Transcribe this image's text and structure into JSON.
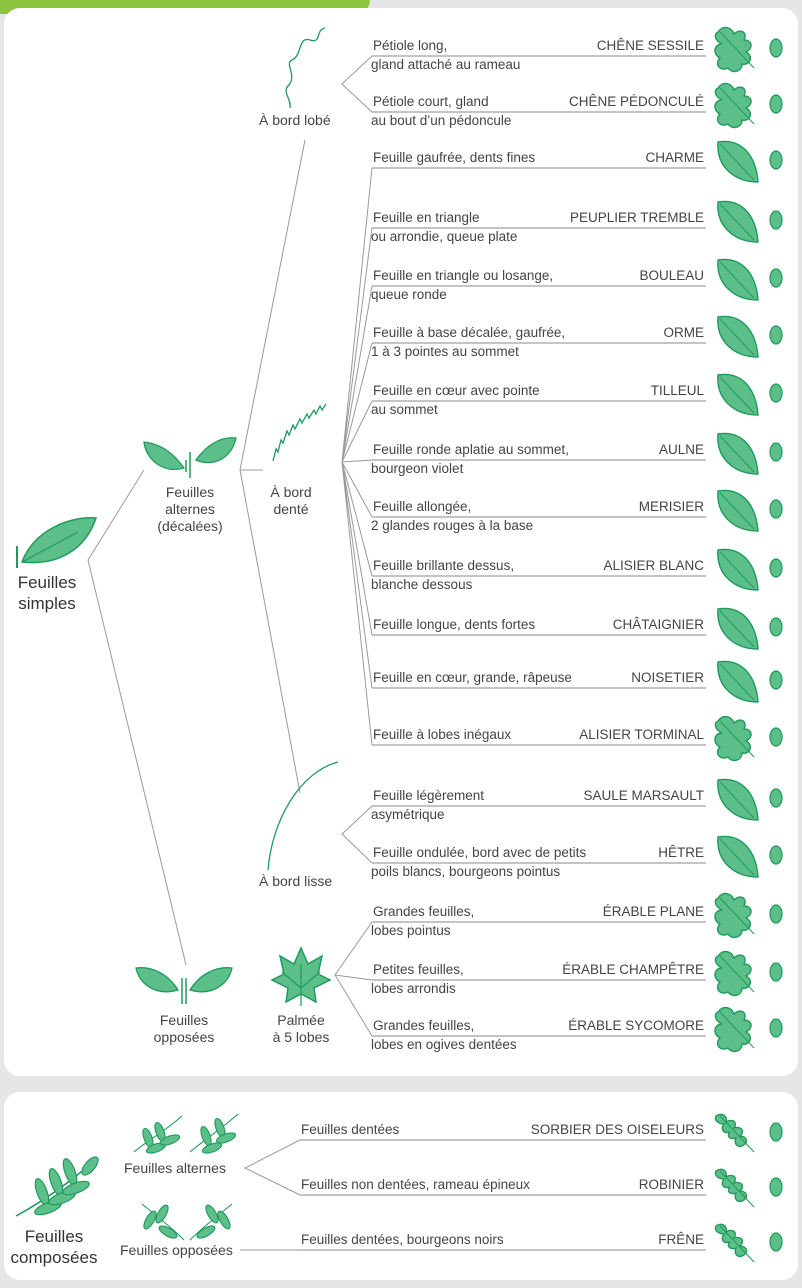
{
  "colors": {
    "accent": "#8cc63f",
    "leaf_fill": "#5cbf8a",
    "leaf_stroke": "#1f9a5c",
    "line": "#9a9a9a"
  },
  "simple": {
    "root": [
      "Feuilles",
      "simples"
    ],
    "alternes": [
      "Feuilles",
      "alternes",
      "(décalées)"
    ],
    "opposees": [
      "Feuilles",
      "opposées"
    ],
    "bord_lobe": "À bord lobé",
    "bord_dente": [
      "À bord",
      "denté"
    ],
    "bord_lisse": "À bord lisse",
    "palmee": [
      "Palmée",
      "à 5 lobes"
    ]
  },
  "composees": {
    "root": [
      "Feuilles",
      "composées"
    ],
    "alternes": "Feuilles alternes",
    "opposees": "Feuilles opposées"
  },
  "species": [
    {
      "d1": "Pétiole long,",
      "d2": "gland attaché au rameau",
      "name": "CHÊNE SESSILE"
    },
    {
      "d1": "Pétiole court, gland",
      "d2": "au bout d’un pédoncule",
      "name": "CHÊNE PÉDONCULÉ"
    },
    {
      "d1": "Feuille gaufrée, dents fines",
      "d2": "",
      "name": "CHARME"
    },
    {
      "d1": "Feuille en triangle",
      "d2": "ou arrondie, queue plate",
      "name": "PEUPLIER TREMBLE"
    },
    {
      "d1": "Feuille en triangle ou losange,",
      "d2": "queue ronde",
      "name": "BOULEAU"
    },
    {
      "d1": "Feuille à base décalée, gaufrée,",
      "d2": "1 à 3 pointes au sommet",
      "name": "ORME"
    },
    {
      "d1": "Feuille en cœur avec pointe",
      "d2": "au sommet",
      "name": "TILLEUL"
    },
    {
      "d1": "Feuille ronde aplatie au sommet,",
      "d2": "bourgeon violet",
      "name": "AULNE"
    },
    {
      "d1": "Feuille allongée,",
      "d2": "2 glandes rouges à la base",
      "name": "MERISIER"
    },
    {
      "d1": "Feuille brillante dessus,",
      "d2": "blanche dessous",
      "name": "ALISIER BLANC"
    },
    {
      "d1": "Feuille longue, dents fortes",
      "d2": "",
      "name": "CHÂTAIGNIER"
    },
    {
      "d1": "Feuille en cœur, grande, râpeuse",
      "d2": "",
      "name": "NOISETIER"
    },
    {
      "d1": "Feuille à lobes inégaux",
      "d2": "",
      "name": "ALISIER TORMINAL"
    },
    {
      "d1": "Feuille légèrement",
      "d2": "asymétrique",
      "name": "SAULE MARSAULT"
    },
    {
      "d1": "Feuille ondulée, bord avec de petits",
      "d2": "poils blancs, bourgeons pointus",
      "name": "HÊTRE"
    },
    {
      "d1": "Grandes feuilles,",
      "d2": "lobes pointus",
      "name": "ÉRABLE PLANE"
    },
    {
      "d1": "Petites feuilles,",
      "d2": "lobes arrondis",
      "name": "ÉRABLE CHAMPÊTRE"
    },
    {
      "d1": "Grandes feuilles,",
      "d2": "lobes en ogives dentées",
      "name": "ÉRABLE SYCOMORE"
    },
    {
      "d1": "Feuilles dentées",
      "d2": "",
      "name": "SORBIER DES OISELEURS"
    },
    {
      "d1": "Feuilles non dentées, rameau épineux",
      "d2": "",
      "name": "ROBINIER"
    },
    {
      "d1": "Feuilles dentées, bourgeons noirs",
      "d2": "",
      "name": "FRÊNE"
    }
  ]
}
